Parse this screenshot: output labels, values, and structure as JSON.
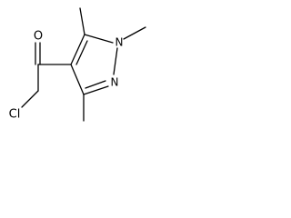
{
  "molecule": {
    "atoms": {
      "oxygen": "O",
      "chlorine": "Cl",
      "nitrogen_methyl": "N",
      "nitrogen_ring": "N"
    }
  }
}
